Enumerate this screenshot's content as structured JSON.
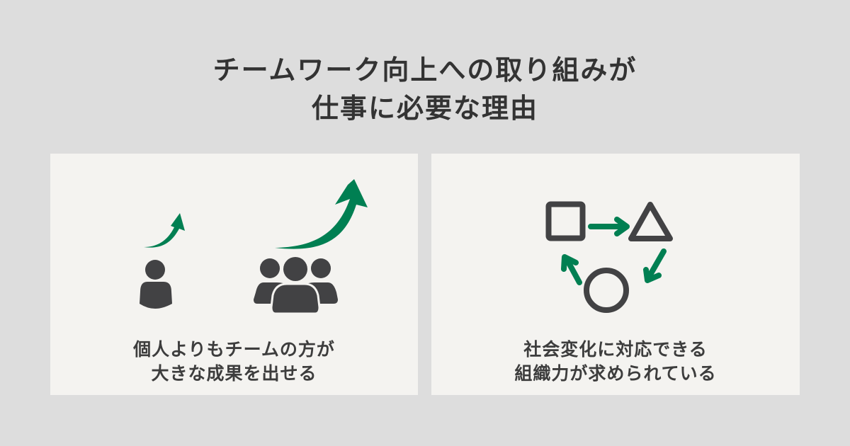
{
  "title": {
    "line1": "チームワーク向上への取り組みが",
    "line2": "仕事に必要な理由"
  },
  "cards": [
    {
      "caption_line1": "個人よりもチームの方が",
      "caption_line2": "大きな成果を出せる",
      "icons": [
        "single-person-icon",
        "small-growth-arrow-icon",
        "group-people-icon",
        "large-growth-arrow-icon"
      ]
    },
    {
      "caption_line1": "社会変化に対応できる",
      "caption_line2": "組織力が求められている",
      "icons": [
        "square-icon",
        "triangle-icon",
        "circle-icon",
        "cycle-arrow-icons"
      ]
    }
  ],
  "colors": {
    "background": "#dddddd",
    "card": "#f4f3f0",
    "text": "#333333",
    "icon_dark": "#424244",
    "accent_green": "#007f52"
  }
}
